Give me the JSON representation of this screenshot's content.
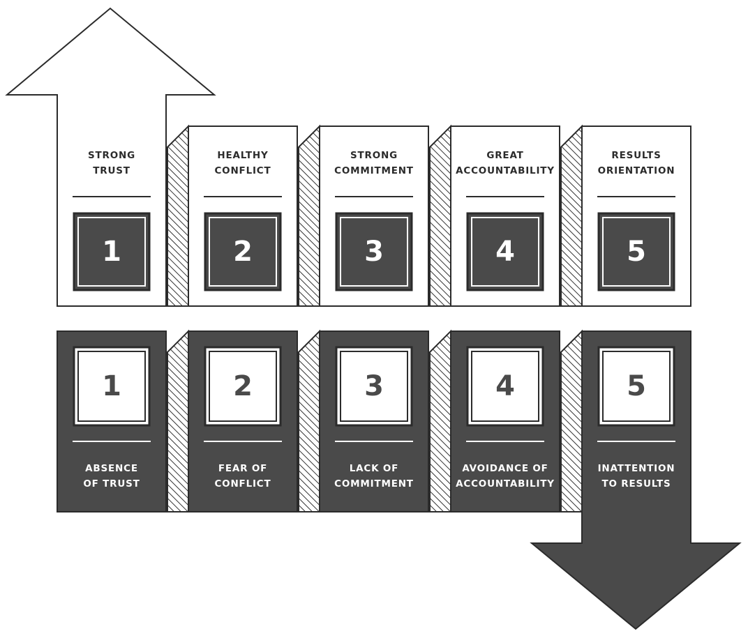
{
  "colors": {
    "light_fill": "#ffffff",
    "dark_fill": "#4a4a4a",
    "outline": "#2b2b2b",
    "hatch": "#333333"
  },
  "top_row": [
    {
      "number": "1",
      "line1": "STRONG",
      "line2": "TRUST"
    },
    {
      "number": "2",
      "line1": "HEALTHY",
      "line2": "CONFLICT"
    },
    {
      "number": "3",
      "line1": "STRONG",
      "line2": "COMMITMENT"
    },
    {
      "number": "4",
      "line1": "GREAT",
      "line2": "ACCOUNTABILITY"
    },
    {
      "number": "5",
      "line1": "RESULTS",
      "line2": "ORIENTATION"
    }
  ],
  "bottom_row": [
    {
      "number": "1",
      "line1": "ABSENCE",
      "line2": "OF TRUST"
    },
    {
      "number": "2",
      "line1": "FEAR OF",
      "line2": "CONFLICT"
    },
    {
      "number": "3",
      "line1": "LACK OF",
      "line2": "COMMITMENT"
    },
    {
      "number": "4",
      "line1": "AVOIDANCE OF",
      "line2": "ACCOUNTABILITY"
    },
    {
      "number": "5",
      "line1": "INATTENTION",
      "line2": "TO RESULTS"
    }
  ],
  "arrows": {
    "up": "up-arrow-icon",
    "down": "down-arrow-icon"
  }
}
